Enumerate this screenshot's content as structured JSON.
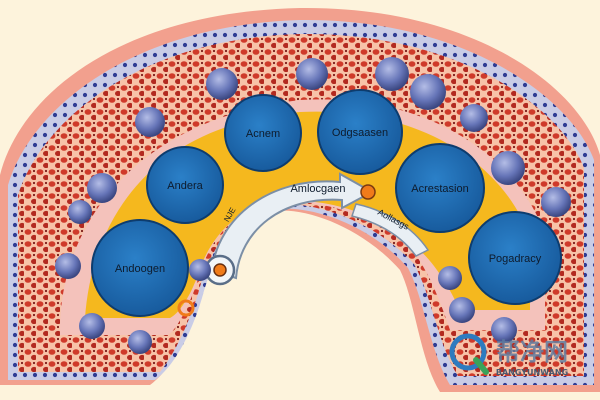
{
  "diagram": {
    "labels": {
      "circle_1": "Andera",
      "circle_2": "Acnem",
      "circle_3": "Odgsaasen",
      "circle_4": "Acrestasion",
      "circle_5": "Pogadracy",
      "circle_6": "Andoogen",
      "arrow_text": "Amlocgaen",
      "lower_arrow_text": "Aollasgs",
      "small_text": "NJE"
    },
    "colors": {
      "background": "#fdf3dc",
      "outer_band": "#f2a08e",
      "cell_layer": "#d23c2e",
      "blue_node": "#1f6bb3",
      "yellow_fill": "#f5b81e",
      "arrow_fill": "#e9eff4"
    },
    "watermark": {
      "chinese": "帮净网",
      "latin": "BANGYUNWANG"
    }
  }
}
